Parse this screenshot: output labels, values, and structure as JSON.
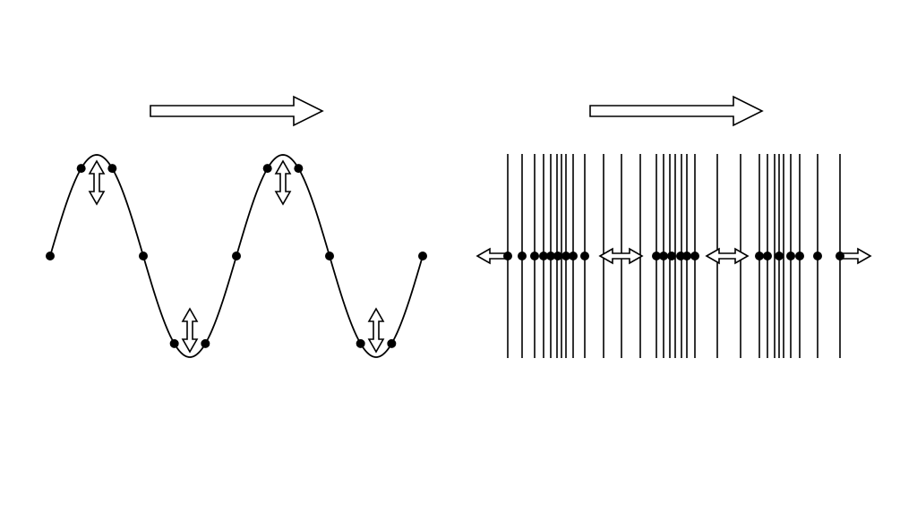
{
  "colors": {
    "background": "#ffffff",
    "stroke": "#000000",
    "arrow_fill": "#ffffff"
  },
  "panels": [
    {
      "name": "transverse-wave",
      "wave_cycles": 2,
      "particle_count": 13,
      "oscillation": "vertical"
    },
    {
      "name": "longitudinal-wave",
      "compressions": 3,
      "rarefactions": 2,
      "oscillation": "horizontal"
    }
  ]
}
